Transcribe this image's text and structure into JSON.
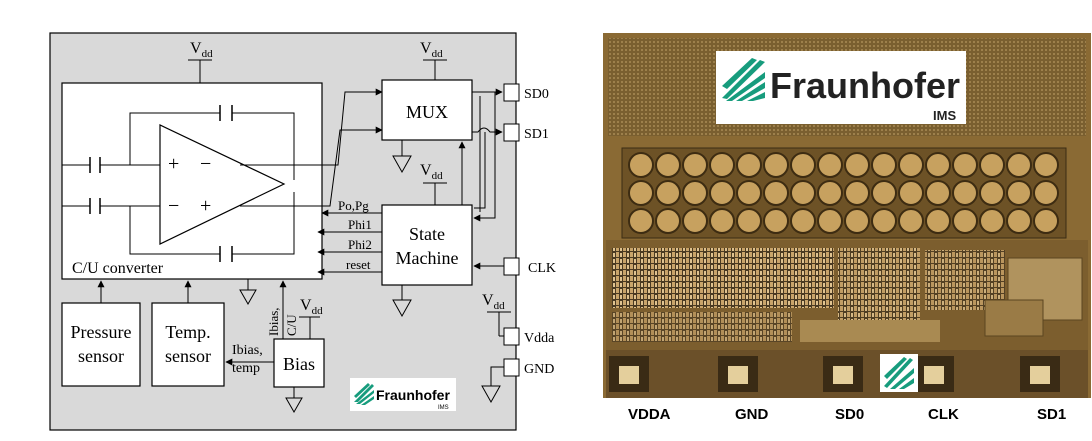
{
  "schematic": {
    "vdd_main": "V",
    "vdd_sub": "dd",
    "cu_converter": "C/U converter",
    "mux": "MUX",
    "state_machine_line1": "State",
    "state_machine_line2": "Machine",
    "signals": [
      "Po,Pg",
      "Phi1",
      "Phi2",
      "reset"
    ],
    "pins": [
      "SD0",
      "SD1",
      "CLK",
      "Vdda",
      "GND"
    ],
    "pressure_line1": "Pressure",
    "pressure_line2": "sensor",
    "temp_line1": "Temp.",
    "temp_line2": "sensor",
    "bias": "Bias",
    "ibias_temp_line1": "Ibias,",
    "ibias_temp_line2": "temp",
    "ibias_cu_line1": "Ibias,",
    "ibias_cu_line2": "C/U",
    "logo_text": "Fraunhofer",
    "logo_sub": "IMS"
  },
  "chip_photo": {
    "logo_text": "Fraunhofer",
    "logo_sub": "IMS",
    "pad_labels": [
      "VDDA",
      "GND",
      "SD0",
      "CLK",
      "SD1"
    ]
  },
  "colors": {
    "schematic_bg": "#d9d9d9",
    "die_bg": "#8a6a34",
    "fraunhofer_green": "#179c7d"
  }
}
